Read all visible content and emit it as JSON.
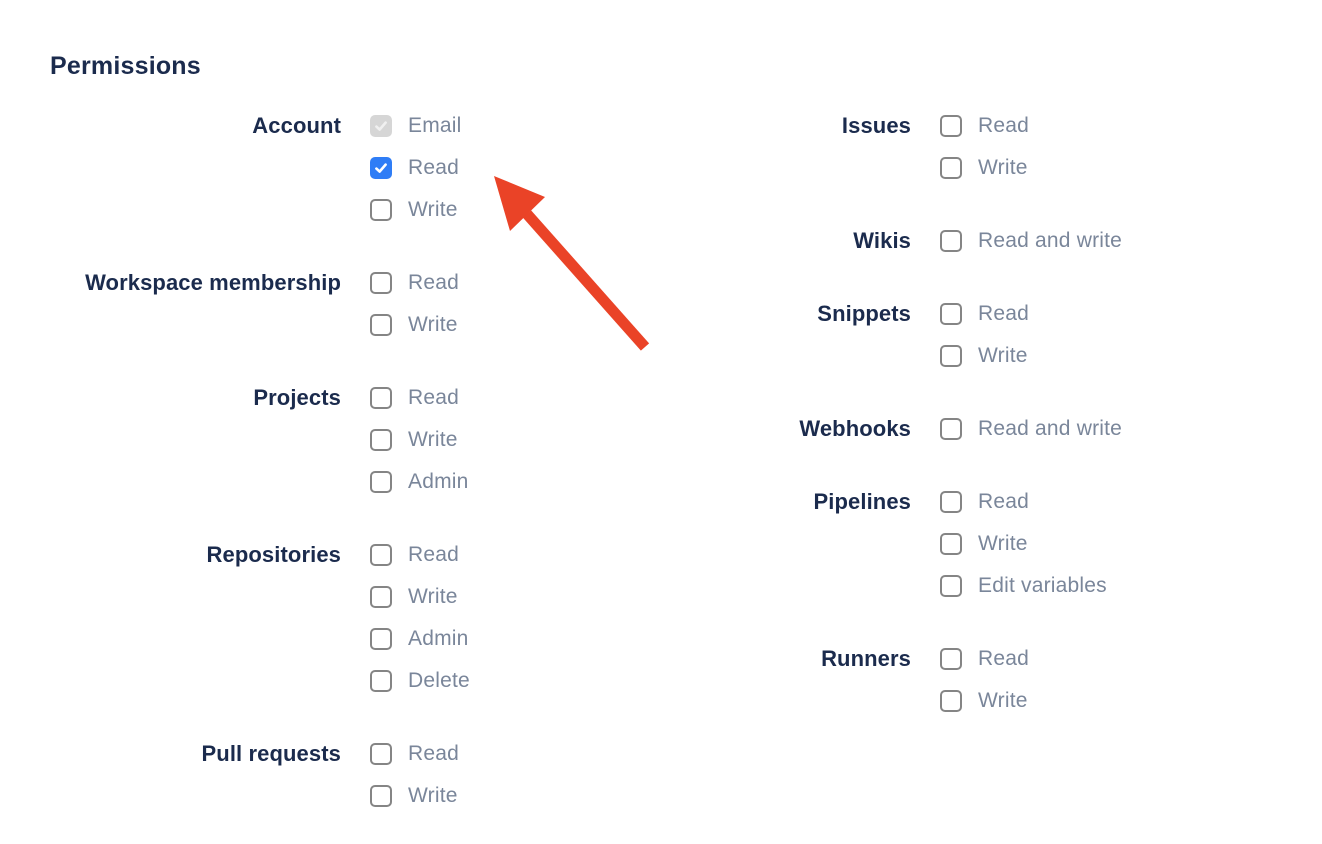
{
  "page": {
    "title": "Permissions"
  },
  "colors": {
    "label_navy": "#1B2B4D",
    "option_gray": "#7A869A",
    "checkbox_border": "#858585",
    "accent_blue": "#2F7DF6",
    "disabled_bg": "#D6D6D6",
    "disabled_check": "#F0F0F0",
    "arrow_red": "#EA4327"
  },
  "permissions": {
    "columns": [
      {
        "groups": [
          {
            "label": "Account",
            "options": [
              {
                "label": "Email",
                "state": "checked-disabled"
              },
              {
                "label": "Read",
                "state": "checked"
              },
              {
                "label": "Write",
                "state": "unchecked"
              }
            ]
          },
          {
            "label": "Workspace membership",
            "options": [
              {
                "label": "Read",
                "state": "unchecked"
              },
              {
                "label": "Write",
                "state": "unchecked"
              }
            ]
          },
          {
            "label": "Projects",
            "options": [
              {
                "label": "Read",
                "state": "unchecked"
              },
              {
                "label": "Write",
                "state": "unchecked"
              },
              {
                "label": "Admin",
                "state": "unchecked"
              }
            ]
          },
          {
            "label": "Repositories",
            "options": [
              {
                "label": "Read",
                "state": "unchecked"
              },
              {
                "label": "Write",
                "state": "unchecked"
              },
              {
                "label": "Admin",
                "state": "unchecked"
              },
              {
                "label": "Delete",
                "state": "unchecked"
              }
            ]
          },
          {
            "label": "Pull requests",
            "options": [
              {
                "label": "Read",
                "state": "unchecked"
              },
              {
                "label": "Write",
                "state": "unchecked"
              }
            ]
          }
        ]
      },
      {
        "groups": [
          {
            "label": "Issues",
            "options": [
              {
                "label": "Read",
                "state": "unchecked"
              },
              {
                "label": "Write",
                "state": "unchecked"
              }
            ]
          },
          {
            "label": "Wikis",
            "options": [
              {
                "label": "Read and write",
                "state": "unchecked"
              }
            ]
          },
          {
            "label": "Snippets",
            "options": [
              {
                "label": "Read",
                "state": "unchecked"
              },
              {
                "label": "Write",
                "state": "unchecked"
              }
            ]
          },
          {
            "label": "Webhooks",
            "options": [
              {
                "label": "Read and write",
                "state": "unchecked"
              }
            ]
          },
          {
            "label": "Pipelines",
            "options": [
              {
                "label": "Read",
                "state": "unchecked"
              },
              {
                "label": "Write",
                "state": "unchecked"
              },
              {
                "label": "Edit variables",
                "state": "unchecked"
              }
            ]
          },
          {
            "label": "Runners",
            "options": [
              {
                "label": "Read",
                "state": "unchecked"
              },
              {
                "label": "Write",
                "state": "unchecked"
              }
            ]
          }
        ]
      }
    ]
  }
}
